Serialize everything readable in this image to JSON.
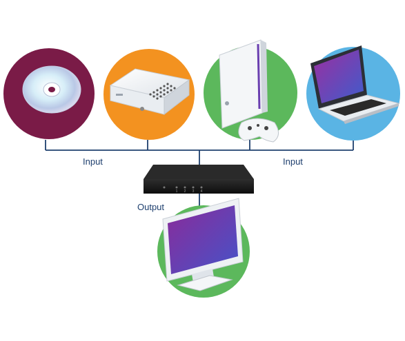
{
  "labels": {
    "input_left": "Input",
    "input_right": "Input",
    "output": "Output"
  },
  "devices": [
    {
      "name": "dvd-disc",
      "bg_color": "#7a1b47"
    },
    {
      "name": "set-top-box",
      "bg_color": "#f39220"
    },
    {
      "name": "game-console",
      "bg_color": "#5cb85c"
    },
    {
      "name": "laptop",
      "bg_color": "#5ab4e4"
    }
  ],
  "output_device": {
    "name": "monitor",
    "bg_color": "#5cb85c"
  },
  "switch_port_labels": [
    "1",
    "2",
    "3",
    "4"
  ],
  "colors": {
    "line": "#1e3f6e",
    "screen_top": "#7a2b98",
    "screen_bottom": "#4a56c6",
    "switch_body": "#1c1c1c"
  }
}
